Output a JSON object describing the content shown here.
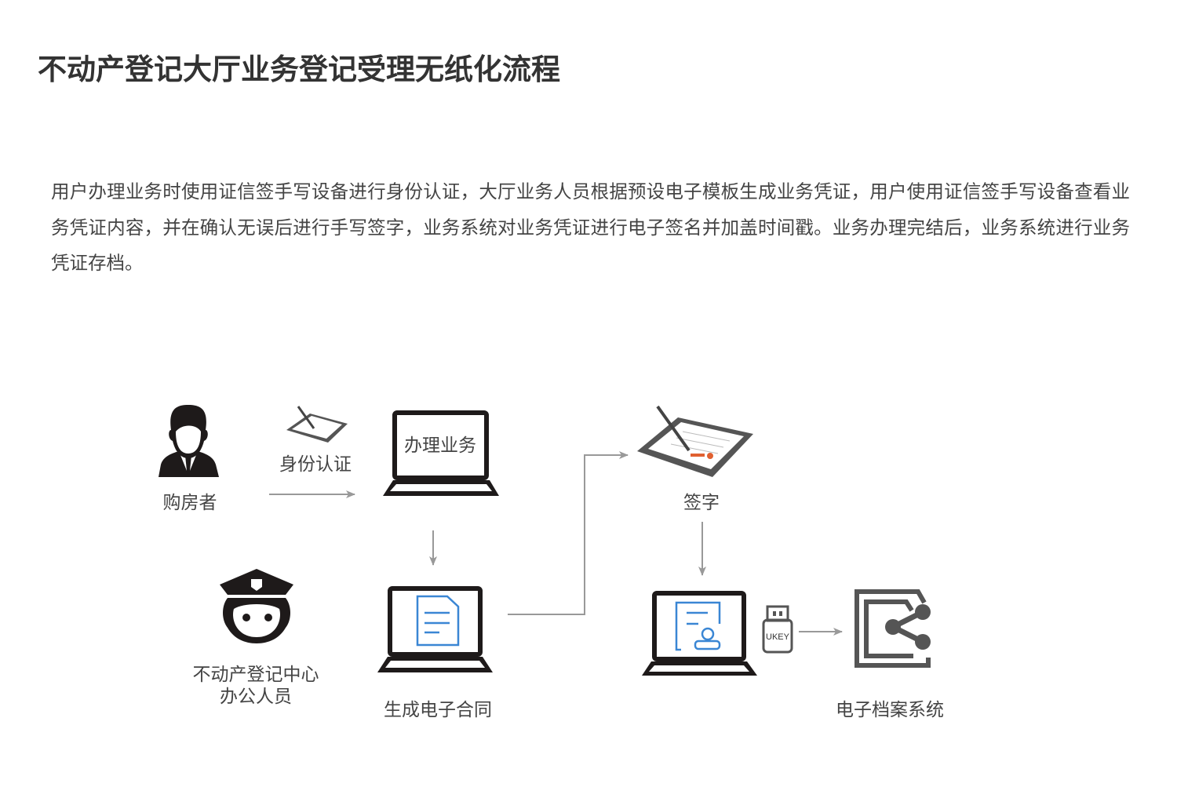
{
  "header": {
    "title": "不动产登记大厅业务登记受理无纸化流程"
  },
  "description": "用户办理业务时使用证信签手写设备进行身份认证，大厅业务人员根据预设电子模板生成业务凭证，用户使用证信签手写设备查看业务凭证内容，并在确认无误后进行手写签字，业务系统对业务凭证进行电子签名并加盖时间戳。业务办理完结后，业务系统进行业务凭证存档。",
  "diagram": {
    "nodes": {
      "buyer": "购房者",
      "id_auth": "身份认证",
      "handle_business": "办理业务",
      "staff_line1": "不动产登记中心",
      "staff_line2": "办公人员",
      "generate_contract": "生成电子合同",
      "sign": "签字",
      "ukey": "UKEY",
      "archive_system": "电子档案系统"
    },
    "colors": {
      "icon_dark": "#1e1a1a",
      "accent_blue": "#3a86d4",
      "arrow_gray": "#999999",
      "archive_gray": "#555555"
    }
  }
}
